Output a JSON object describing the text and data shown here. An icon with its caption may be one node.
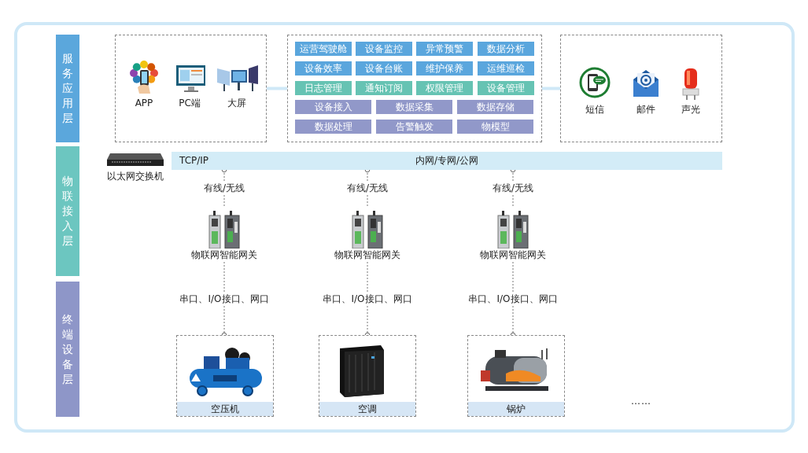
{
  "diagram": {
    "nodes": [
      {
        "text": [
          "服务应用层"
        ]
      },
      {
        "text": [
          "物联接入层"
        ]
      },
      {
        "text": [
          "终端设备层"
        ]
      },
      {
        "text": [],
        "shape": "box"
      },
      {
        "text": [
          "APP"
        ],
        "in": 3
      },
      {
        "text": [
          "PC端"
        ],
        "in": 3
      },
      {
        "text": [
          "大屏"
        ],
        "in": 3
      },
      {
        "text": [],
        "shape": "box"
      },
      {
        "text": [
          "运营驾驶舱"
        ],
        "in": 7
      },
      {
        "text": [
          "设备监控"
        ],
        "in": 7
      },
      {
        "text": [
          "异常预警"
        ],
        "in": 7
      },
      {
        "text": [
          "数据分析"
        ],
        "in": 7
      },
      {
        "text": [
          "设备效率"
        ],
        "in": 7
      },
      {
        "text": [
          "设备台账"
        ],
        "in": 7
      },
      {
        "text": [
          "维护保养"
        ],
        "in": 7
      },
      {
        "text": [
          "运维巡检"
        ],
        "in": 7
      },
      {
        "text": [
          "日志管理"
        ],
        "in": 7
      },
      {
        "text": [
          "通知订阅"
        ],
        "in": 7
      },
      {
        "text": [
          "权限管理"
        ],
        "in": 7
      },
      {
        "text": [
          "设备管理"
        ],
        "in": 7
      },
      {
        "text": [
          "设备接入"
        ],
        "in": 7
      },
      {
        "text": [
          "数据采集"
        ],
        "in": 7
      },
      {
        "text": [
          "数据存储"
        ],
        "in": 7
      },
      {
        "text": [
          "数据处理"
        ],
        "in": 7
      },
      {
        "text": [
          "告警触发"
        ],
        "in": 7
      },
      {
        "text": [
          "物模型"
        ],
        "in": 7
      },
      {
        "text": [],
        "shape": "box"
      },
      {
        "text": [
          "短信"
        ],
        "in": 26
      },
      {
        "text": [
          "邮件"
        ],
        "in": 26
      },
      {
        "text": [
          "声光"
        ],
        "in": 26
      },
      {
        "text": [
          "以太网交换机"
        ]
      },
      {
        "text": [
          "TCP/IP",
          "内网/专网/公网"
        ]
      },
      {
        "text": [
          "物联网智能网关"
        ]
      },
      {
        "text": [
          "物联网智能网关"
        ]
      },
      {
        "text": [
          "物联网智能网关"
        ]
      },
      {
        "text": [
          "空压机"
        ]
      },
      {
        "text": [
          "空调"
        ]
      },
      {
        "text": [
          "锅炉"
        ]
      }
    ],
    "edges": [
      {
        "from": 3,
        "to": 7,
        "arrow": "none",
        "style": "thick",
        "color": "#cfe8f7"
      },
      {
        "from": 7,
        "to": 26,
        "arrow": "none",
        "style": "thick",
        "color": "#cfe8f7"
      },
      {
        "from": 32,
        "to": 31,
        "arrow": "other",
        "style": "dashed",
        "label": "有线/无线"
      },
      {
        "from": 33,
        "to": 31,
        "arrow": "other",
        "style": "dashed",
        "label": "有线/无线"
      },
      {
        "from": 34,
        "to": 31,
        "arrow": "other",
        "style": "dashed",
        "label": "有线/无线"
      },
      {
        "from": 32,
        "to": 35,
        "arrow": "other",
        "style": "dashed",
        "label": "串口、I/O接口、网口"
      },
      {
        "from": 33,
        "to": 36,
        "arrow": "other",
        "style": "dashed",
        "label": "串口、I/O接口、网口"
      },
      {
        "from": 34,
        "to": 37,
        "arrow": "other",
        "style": "dashed",
        "label": "串口、I/O接口、网口"
      }
    ],
    "labels": [
      "……"
    ]
  }
}
